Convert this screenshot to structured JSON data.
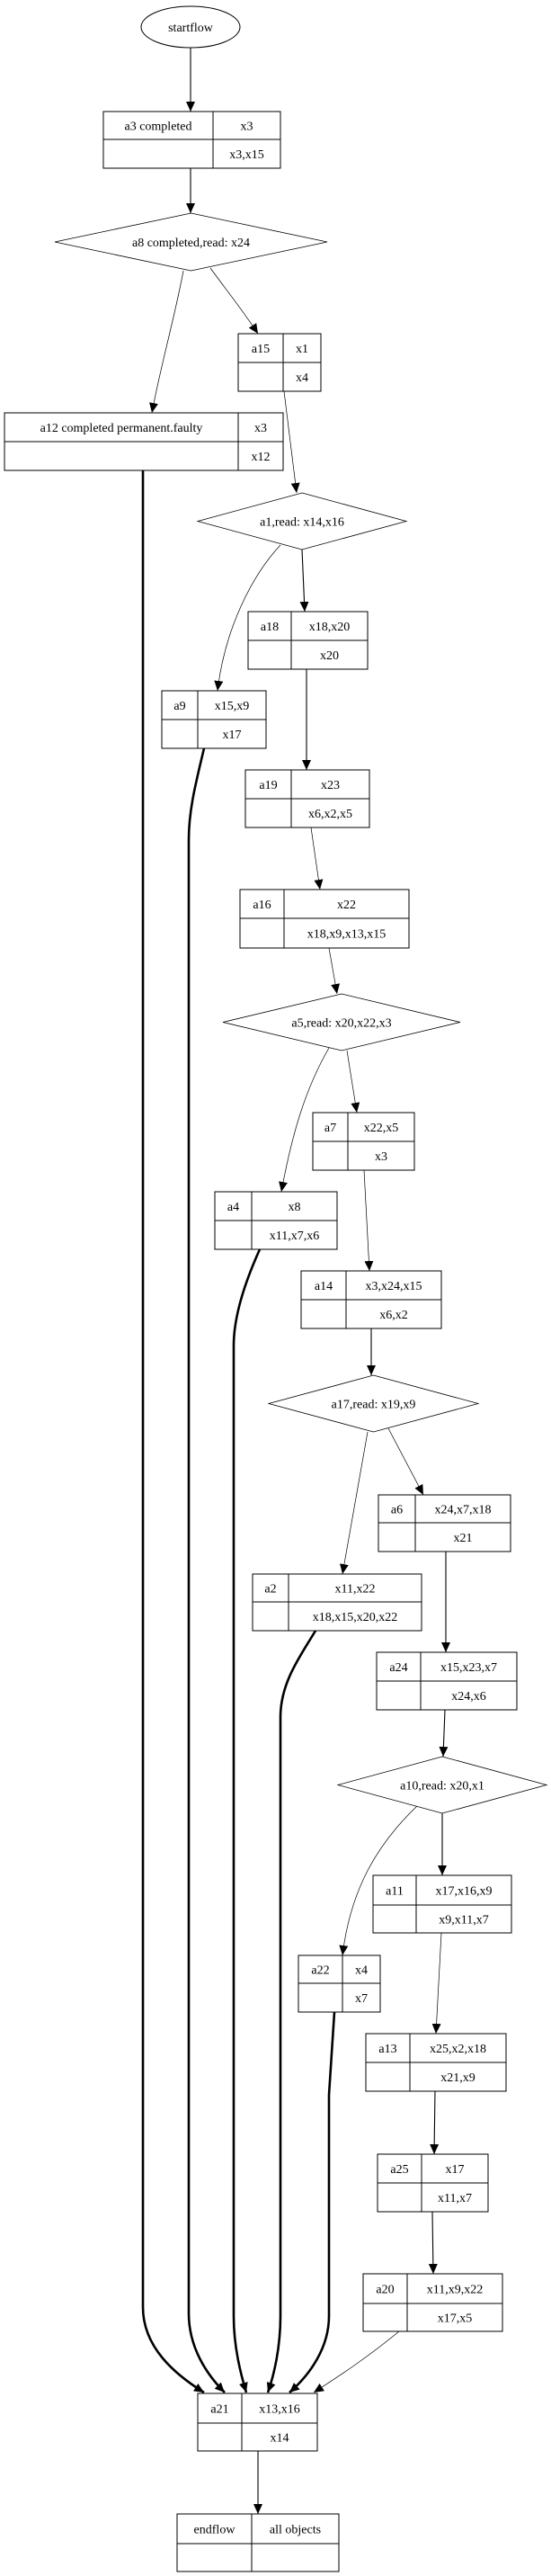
{
  "start": {
    "label": "startflow"
  },
  "tables": [
    {
      "id": "a3",
      "name": "a3 completed",
      "top": "x3",
      "bottom": "x3,x15"
    },
    {
      "id": "a15",
      "name": "a15",
      "top": "x1",
      "bottom": "x4"
    },
    {
      "id": "a12",
      "name": "a12 completed permanent.faulty",
      "top": "x3",
      "bottom": "x12"
    },
    {
      "id": "a18",
      "name": "a18",
      "top": "x18,x20",
      "bottom": "x20"
    },
    {
      "id": "a9",
      "name": "a9",
      "top": "x15,x9",
      "bottom": "x17"
    },
    {
      "id": "a19",
      "name": "a19",
      "top": "x23",
      "bottom": "x6,x2,x5"
    },
    {
      "id": "a16",
      "name": "a16",
      "top": "x22",
      "bottom": "x18,x9,x13,x15"
    },
    {
      "id": "a7",
      "name": "a7",
      "top": "x22,x5",
      "bottom": "x3"
    },
    {
      "id": "a4",
      "name": "a4",
      "top": "x8",
      "bottom": "x11,x7,x6"
    },
    {
      "id": "a14",
      "name": "a14",
      "top": "x3,x24,x15",
      "bottom": "x6,x2"
    },
    {
      "id": "a6",
      "name": "a6",
      "top": "x24,x7,x18",
      "bottom": "x21"
    },
    {
      "id": "a2",
      "name": "a2",
      "top": "x11,x22",
      "bottom": "x18,x15,x20,x22"
    },
    {
      "id": "a24",
      "name": "a24",
      "top": "x15,x23,x7",
      "bottom": "x24,x6"
    },
    {
      "id": "a11",
      "name": "a11",
      "top": "x17,x16,x9",
      "bottom": "x9,x11,x7"
    },
    {
      "id": "a22",
      "name": "a22",
      "top": "x4",
      "bottom": "x7"
    },
    {
      "id": "a13",
      "name": "a13",
      "top": "x25,x2,x18",
      "bottom": "x21,x9"
    },
    {
      "id": "a25",
      "name": "a25",
      "top": "x17",
      "bottom": "x11,x7"
    },
    {
      "id": "a20",
      "name": "a20",
      "top": "x11,x9,x22",
      "bottom": "x17,x5"
    },
    {
      "id": "a21",
      "name": "a21",
      "top": "x13,x16",
      "bottom": "x14"
    },
    {
      "id": "endflow",
      "name": "endflow",
      "top": "all objects",
      "bottom": ""
    }
  ],
  "decisions": [
    {
      "id": "a8",
      "label": "a8 completed,read: x24"
    },
    {
      "id": "a1",
      "label": "a1,read: x14,x16"
    },
    {
      "id": "a5",
      "label": "a5,read: x20,x22,x3"
    },
    {
      "id": "a17",
      "label": "a17,read: x19,x9"
    },
    {
      "id": "a10",
      "label": "a10,read: x20,x1"
    }
  ],
  "edges": [
    {
      "from": "startflow",
      "to": "a3",
      "style": "normal"
    },
    {
      "from": "a3",
      "to": "a8",
      "style": "normal"
    },
    {
      "from": "a8",
      "to": "a12",
      "style": "thin"
    },
    {
      "from": "a8",
      "to": "a15",
      "style": "thin"
    },
    {
      "from": "a15",
      "to": "a1",
      "style": "thin"
    },
    {
      "from": "a1",
      "to": "a18",
      "style": "normal"
    },
    {
      "from": "a1",
      "to": "a9",
      "style": "thin"
    },
    {
      "from": "a18",
      "to": "a19",
      "style": "normal"
    },
    {
      "from": "a19",
      "to": "a16",
      "style": "thin"
    },
    {
      "from": "a16",
      "to": "a5",
      "style": "thin"
    },
    {
      "from": "a5",
      "to": "a7",
      "style": "thin"
    },
    {
      "from": "a5",
      "to": "a4",
      "style": "thin"
    },
    {
      "from": "a7",
      "to": "a14",
      "style": "thin"
    },
    {
      "from": "a14",
      "to": "a17",
      "style": "normal"
    },
    {
      "from": "a17",
      "to": "a6",
      "style": "thin"
    },
    {
      "from": "a17",
      "to": "a2",
      "style": "thin"
    },
    {
      "from": "a6",
      "to": "a24",
      "style": "normal"
    },
    {
      "from": "a24",
      "to": "a10",
      "style": "normal"
    },
    {
      "from": "a10",
      "to": "a11",
      "style": "normal"
    },
    {
      "from": "a10",
      "to": "a22",
      "style": "thin"
    },
    {
      "from": "a11",
      "to": "a13",
      "style": "thin"
    },
    {
      "from": "a13",
      "to": "a25",
      "style": "normal"
    },
    {
      "from": "a25",
      "to": "a20",
      "style": "normal"
    },
    {
      "from": "a12",
      "to": "a21",
      "style": "bold"
    },
    {
      "from": "a9",
      "to": "a21",
      "style": "bold"
    },
    {
      "from": "a4",
      "to": "a21",
      "style": "bold"
    },
    {
      "from": "a2",
      "to": "a21",
      "style": "bold"
    },
    {
      "from": "a22",
      "to": "a21",
      "style": "bold"
    },
    {
      "from": "a20",
      "to": "a21",
      "style": "thin"
    },
    {
      "from": "a21",
      "to": "endflow",
      "style": "normal"
    }
  ]
}
